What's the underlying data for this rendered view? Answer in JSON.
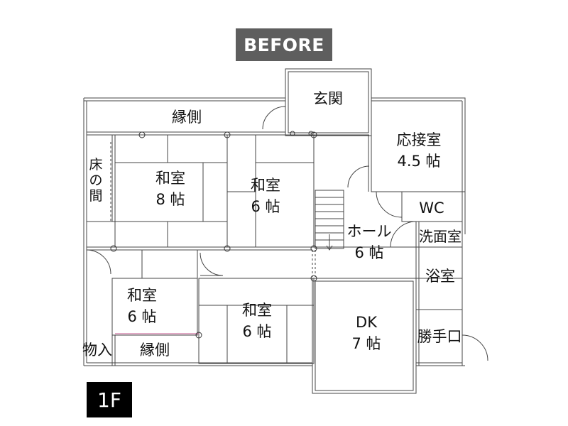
{
  "header": {
    "badge": "BEFORE"
  },
  "footer": {
    "floor": "1F"
  },
  "rooms": {
    "genkan": "玄関",
    "engawa_top": "縁側",
    "ousetsu": [
      "応接室",
      "4.5 帖"
    ],
    "toko": "床の間",
    "washitsu8": [
      "和室",
      "8 帖"
    ],
    "washitsu6_center": [
      "和室",
      "6 帖"
    ],
    "wc": "WC",
    "hall": [
      "ホール",
      "6 帖"
    ],
    "senmen": "洗面室",
    "yokushitsu": "浴室",
    "washitsu6_left": [
      "和室",
      "6 帖"
    ],
    "washitsu6_bottom": [
      "和室",
      "6 帖"
    ],
    "dk": [
      "DK",
      "7 帖"
    ],
    "katteguchi": "勝手口",
    "monoire": "物入",
    "engawa_bottom": "縁側"
  }
}
